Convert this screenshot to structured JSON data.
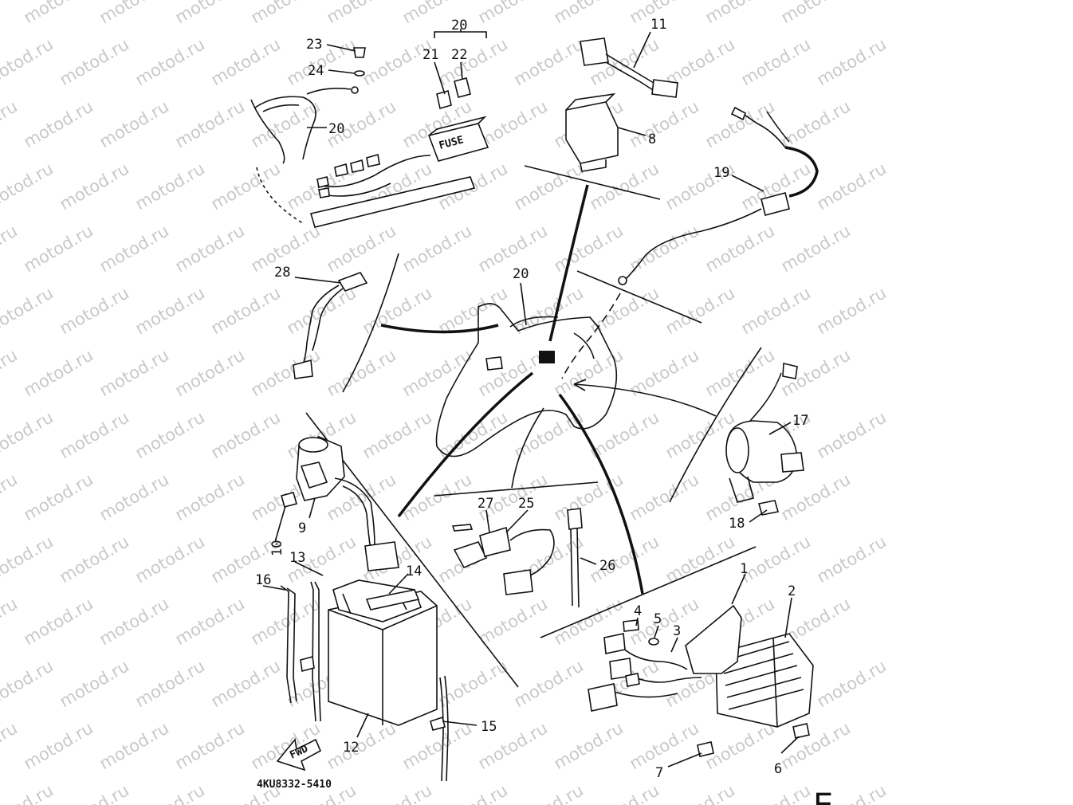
{
  "watermark": "motod.ru",
  "drawing_code": "4KU8332-5410",
  "fwd_label": "FWD",
  "corner_mark": "E",
  "callouts": [
    {
      "id": "1",
      "text": "1"
    },
    {
      "id": "2",
      "text": "2"
    },
    {
      "id": "3",
      "text": "3"
    },
    {
      "id": "4",
      "text": "4"
    },
    {
      "id": "5",
      "text": "5"
    },
    {
      "id": "6",
      "text": "6"
    },
    {
      "id": "7",
      "text": "7"
    },
    {
      "id": "8",
      "text": "8"
    },
    {
      "id": "9",
      "text": "9"
    },
    {
      "id": "10",
      "text": "10"
    },
    {
      "id": "11",
      "text": "11"
    },
    {
      "id": "12",
      "text": "12"
    },
    {
      "id": "13",
      "text": "13"
    },
    {
      "id": "14",
      "text": "14"
    },
    {
      "id": "15",
      "text": "15"
    },
    {
      "id": "16",
      "text": "16"
    },
    {
      "id": "17",
      "text": "17"
    },
    {
      "id": "18",
      "text": "18"
    },
    {
      "id": "19",
      "text": "19"
    },
    {
      "id": "20a",
      "text": "20"
    },
    {
      "id": "20b",
      "text": "20"
    },
    {
      "id": "20c",
      "text": "20"
    },
    {
      "id": "21",
      "text": "21"
    },
    {
      "id": "22",
      "text": "22"
    },
    {
      "id": "23",
      "text": "23"
    },
    {
      "id": "24",
      "text": "24"
    },
    {
      "id": "25",
      "text": "25"
    },
    {
      "id": "26",
      "text": "26"
    },
    {
      "id": "27",
      "text": "27"
    },
    {
      "id": "28",
      "text": "28"
    }
  ]
}
